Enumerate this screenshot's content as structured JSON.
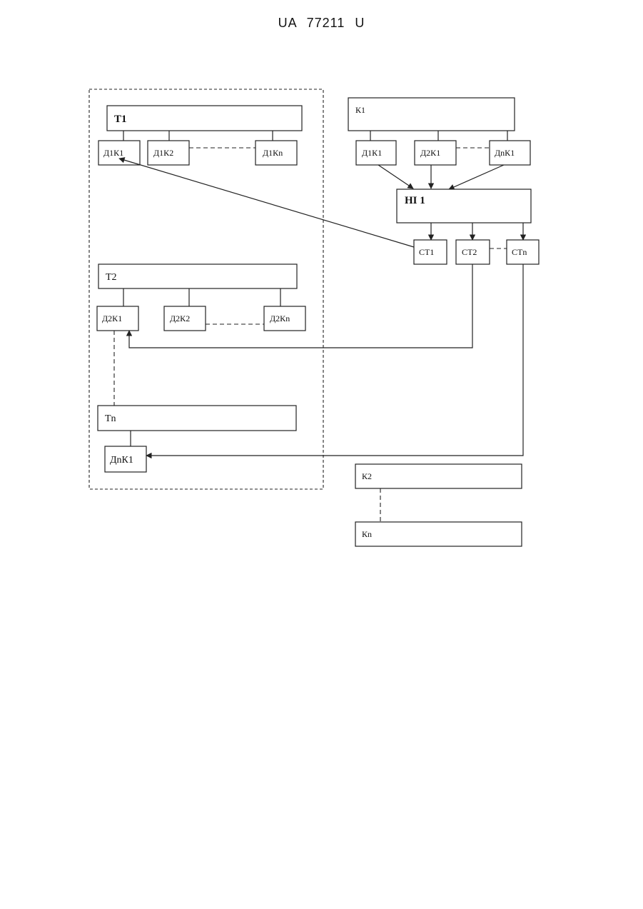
{
  "header": {
    "doc_number": "UA 77211 U"
  },
  "diagram": {
    "left_group": {
      "t1": {
        "label": "T1",
        "children": [
          "Д1К1",
          "Д1К2",
          "Д1Кn"
        ]
      },
      "t2": {
        "label": "T2",
        "children": [
          "Д2К1",
          "Д2К2",
          "Д2Кn"
        ]
      },
      "tn": {
        "label": "Tn",
        "children": [
          "ДnК1"
        ]
      }
    },
    "right_group": {
      "k1": {
        "label": "К1",
        "children": [
          "Д1К1",
          "Д2К1",
          "ДnК1"
        ]
      },
      "hub": {
        "label": "НІ 1"
      },
      "outputs": [
        "СТ1",
        "СТ2",
        "СТn"
      ],
      "k2": {
        "label": "К2"
      },
      "kn": {
        "label": "Кn"
      }
    }
  }
}
